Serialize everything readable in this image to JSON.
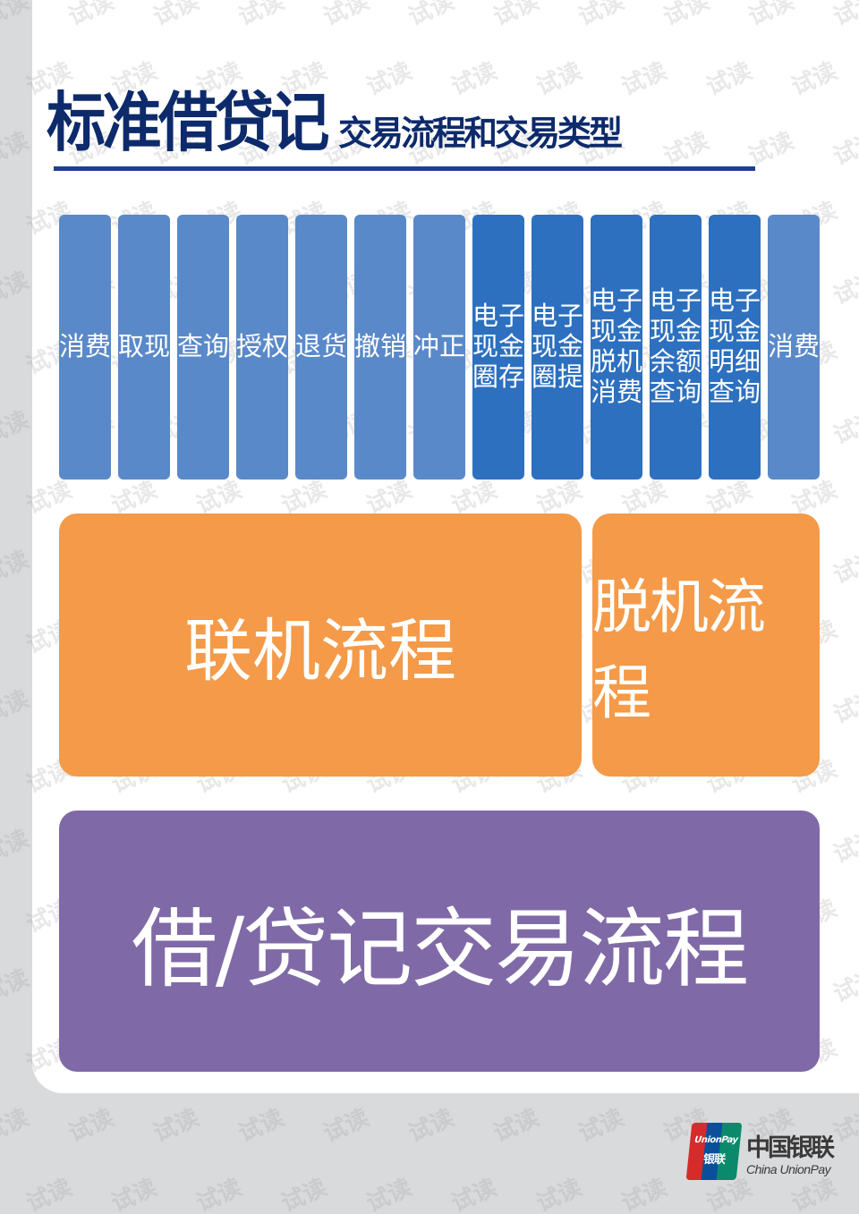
{
  "title": {
    "main": "标准借贷记",
    "sub": "交易流程和交易类型"
  },
  "transaction_types": [
    {
      "lines": [
        "消费"
      ],
      "kind": "basic"
    },
    {
      "lines": [
        "取现"
      ],
      "kind": "basic"
    },
    {
      "lines": [
        "查询"
      ],
      "kind": "basic"
    },
    {
      "lines": [
        "授权"
      ],
      "kind": "basic"
    },
    {
      "lines": [
        "退货"
      ],
      "kind": "basic"
    },
    {
      "lines": [
        "撤销"
      ],
      "kind": "basic"
    },
    {
      "lines": [
        "冲正"
      ],
      "kind": "basic"
    },
    {
      "lines": [
        "电子",
        "现金",
        "圈存"
      ],
      "kind": "ecash"
    },
    {
      "lines": [
        "电子",
        "现金",
        "圈提"
      ],
      "kind": "ecash"
    },
    {
      "lines": [
        "电子",
        "现金",
        "脱机",
        "消费"
      ],
      "kind": "ecash"
    },
    {
      "lines": [
        "电子",
        "现金",
        "余额",
        "查询"
      ],
      "kind": "ecash"
    },
    {
      "lines": [
        "电子",
        "现金",
        "明细",
        "查询"
      ],
      "kind": "ecash"
    },
    {
      "lines": [
        "消费"
      ],
      "kind": "basic"
    }
  ],
  "flows": {
    "online": "联机流程",
    "offline": "脱机流程",
    "core": "借/贷记交易流程"
  },
  "watermark": "试读",
  "logo": {
    "card_text_1": "UnionPay",
    "card_text_2": "银联",
    "cn": "中国银联",
    "en": "China UnionPay"
  },
  "colors": {
    "title": "#0d2a6b",
    "basic_tx": "#5a89c9",
    "ecash_tx": "#2d70bf",
    "flow_orange": "#f49a48",
    "core_purple": "#7f6aa7"
  }
}
